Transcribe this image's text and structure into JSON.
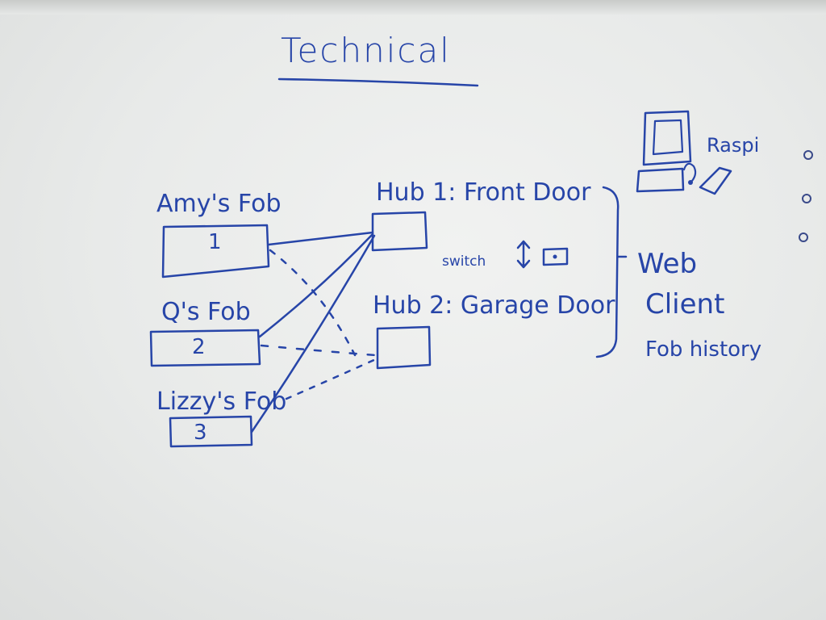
{
  "title": "Technical",
  "fobs": [
    {
      "label": "Amy's Fob",
      "number": "1"
    },
    {
      "label": "Q's Fob",
      "number": "2"
    },
    {
      "label": "Lizzy's Fob",
      "number": "3"
    }
  ],
  "hubs": [
    {
      "label": "Hub 1: Front Door"
    },
    {
      "label": "Hub 2: Garage Door"
    }
  ],
  "switch_label": "switch",
  "raspi_label": "Raspi",
  "web": {
    "line1": "Web",
    "line2": "Client",
    "line3": "Fob history"
  },
  "ink_color": "#2745a8"
}
